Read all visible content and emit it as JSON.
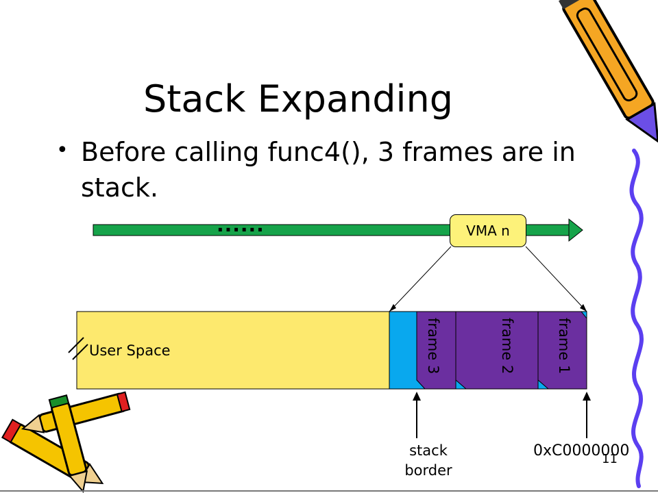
{
  "slide": {
    "title": "Stack Expanding",
    "bullet_marker": "•",
    "bullet_text": "Before calling func4(), 3 frames are in stack.",
    "page_number": "11"
  },
  "diagram": {
    "ellipsis": "......",
    "vma_label": "VMA n",
    "user_space_label": "User Space",
    "frames": [
      {
        "label": "frame 3"
      },
      {
        "label": "frame 2"
      },
      {
        "label": "frame 1"
      }
    ],
    "stack_border_label": "stack border",
    "address_label": "0xC0000000"
  },
  "colors": {
    "arrow_green": "#16a34a",
    "user_space_yellow": "#fde96e",
    "stack_cyan": "#09a8ee",
    "frame_purple": "#6b2fa0",
    "vma_fill": "#fdf27a",
    "squiggle_blue": "#5b3ff0"
  }
}
